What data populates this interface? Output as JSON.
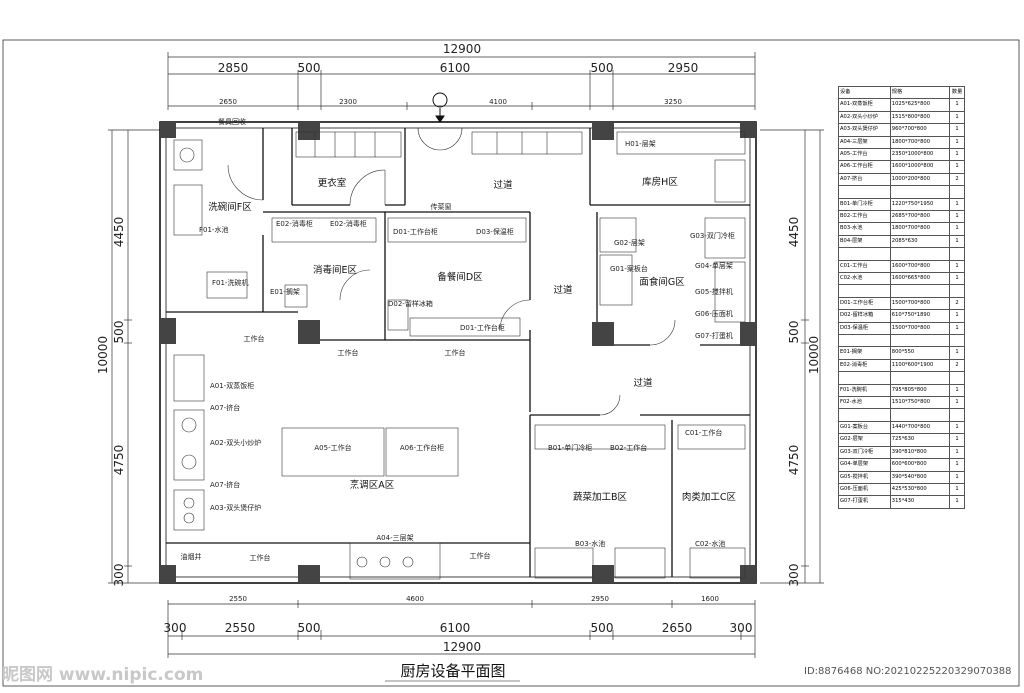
{
  "title": "厨房设备平面图",
  "dims_top_total": "12900",
  "dims_top": [
    "2850",
    "500",
    "6100",
    "500",
    "2950"
  ],
  "dims_top_inner": [
    "2650",
    "2300",
    "4100",
    "3250"
  ],
  "dims_bottom_total": "12900",
  "dims_bottom": [
    "300",
    "2550",
    "500",
    "6100",
    "500",
    "2650",
    "300"
  ],
  "dims_bottom_inner": [
    "2550",
    "4600",
    "2950",
    "1600"
  ],
  "dims_left": [
    "4450",
    "500",
    "4750",
    "300"
  ],
  "dims_left_total": "10000",
  "dims_right": [
    "4450",
    "500",
    "4750",
    "300"
  ],
  "dims_right_total": "10000",
  "rooms": {
    "wash": "洗碗间F区",
    "locker": "更衣室",
    "corridor1": "过道",
    "storage": "库房H区",
    "disinfect": "消毒间E区",
    "prep": "备餐间D区",
    "corridor2": "过道",
    "noodle": "面食间G区",
    "corridor3": "过道",
    "cooking": "烹调区A区",
    "veg": "蔬菜加工B区",
    "meat": "肉类加工C区",
    "oil": "油烟井"
  },
  "labels": {
    "a01": "A01-双蒸饭柜",
    "a02": "A02-双头小炒炉",
    "a03": "A03-双头煲仔炉",
    "a05": "A05-工作台",
    "a06": "A06-工作台柜",
    "a04": "A04-三层架",
    "a07a": "A07-挤台",
    "a07b": "A07-挤台",
    "workbench": "工作台",
    "b01": "B01-单门冷柜",
    "b02": "B02-工作台",
    "b03": "B03-水池",
    "c01": "C01-工作台",
    "c02": "C02-水池",
    "d01": "D01-工作台柜",
    "d02": "D02-留样冰箱",
    "e01": "E01-搁架",
    "e02a": "E02-消毒柜",
    "e02b": "E02-消毒柜",
    "f01": "F01-水池",
    "f02": "F01-洗碗机",
    "g01": "G01-案板台",
    "g02": "G02-层架",
    "g03": "G03-双门冷柜",
    "g04": "G04-单层架",
    "g05": "G05-搅拌机",
    "g06": "G06-压面机",
    "g07": "G07-打蛋机",
    "h01": "H01-层架",
    "d01b": "D01-工作台柜",
    "d03": "D03-保温柜",
    "supply": "传菜窗",
    "return": "餐具回收"
  },
  "legend": {
    "headers": [
      "设备",
      "规格",
      "数量"
    ],
    "rows": [
      [
        "A01-双蒸饭柜",
        "1025*625*800",
        "1"
      ],
      [
        "A02-双头小炒炉",
        "1515*800*800",
        "1"
      ],
      [
        "A03-双头煲仔炉",
        "960*700*800",
        "1"
      ],
      [
        "A04-三层架",
        "1800*700*800",
        "1"
      ],
      [
        "A05-工作台",
        "2350*1000*800",
        "1"
      ],
      [
        "A06-工作台柜",
        "1600*1000*800",
        "1"
      ],
      [
        "A07-挤台",
        "1000*200*800",
        "2"
      ],
      [
        "",
        "",
        ""
      ],
      [
        "B01-单门冷柜",
        "1220*750*1950",
        "1"
      ],
      [
        "B02-工作台",
        "2685*700*800",
        "1"
      ],
      [
        "B03-水池",
        "1800*700*800",
        "1"
      ],
      [
        "B04-层架",
        "2085*630",
        "1"
      ],
      [
        "",
        "",
        ""
      ],
      [
        "C01-工作台",
        "1600*700*800",
        "1"
      ],
      [
        "C02-水池",
        "1600*665*800",
        "1"
      ],
      [
        "",
        "",
        ""
      ],
      [
        "D01-工作台柜",
        "1500*700*800",
        "2"
      ],
      [
        "D02-留样冰箱",
        "610*750*1890",
        "1"
      ],
      [
        "D03-保温柜",
        "1500*700*800",
        "1"
      ],
      [
        "",
        "",
        ""
      ],
      [
        "E01-搁架",
        "800*550",
        "1"
      ],
      [
        "E02-消毒柜",
        "1100*600*1900",
        "2"
      ],
      [
        "",
        "",
        ""
      ],
      [
        "F01-洗碗机",
        "795*805*800",
        "1"
      ],
      [
        "F02-水池",
        "1510*750*800",
        "1"
      ],
      [
        "",
        "",
        ""
      ],
      [
        "G01-案板台",
        "1440*700*800",
        "1"
      ],
      [
        "G02-层架",
        "725*630",
        "1"
      ],
      [
        "G03-双门冷柜",
        "390*810*800",
        "1"
      ],
      [
        "G04-单层架",
        "600*600*800",
        "1"
      ],
      [
        "G05-搅拌机",
        "390*540*800",
        "1"
      ],
      [
        "G06-压面机",
        "425*530*800",
        "1"
      ],
      [
        "G07-打蛋机",
        "315*430",
        "1"
      ]
    ]
  },
  "watermark": "昵图网 www.nipic.com",
  "image_id": "ID:8876468 NO:20210225220329070388"
}
